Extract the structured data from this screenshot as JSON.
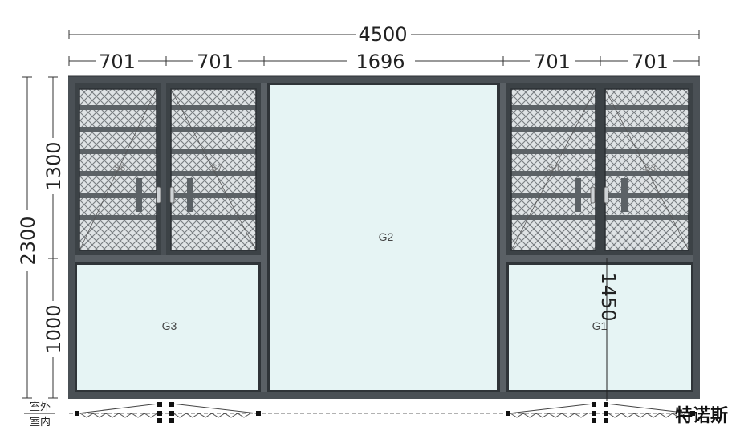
{
  "dimensions": {
    "overall_width": "4500",
    "bay_widths": [
      "701",
      "701",
      "1696",
      "701",
      "701"
    ],
    "overall_height": "2300",
    "upper_height": "1300",
    "lower_height": "1000",
    "handle_height": "1450"
  },
  "panes": {
    "fixed_left": "G3",
    "fixed_center": "G2",
    "fixed_right": "G1",
    "sash_1": "S8",
    "sash_2": "S7",
    "sash_3": "S4",
    "sash_4": "S3"
  },
  "legend": {
    "outside": "室外",
    "inside": "室内"
  },
  "brand": "特诺斯",
  "colors": {
    "frame": "#4a5055",
    "frame_dark": "#33383c",
    "glass": "#e6f4f4",
    "mesh": "#8b9094"
  }
}
